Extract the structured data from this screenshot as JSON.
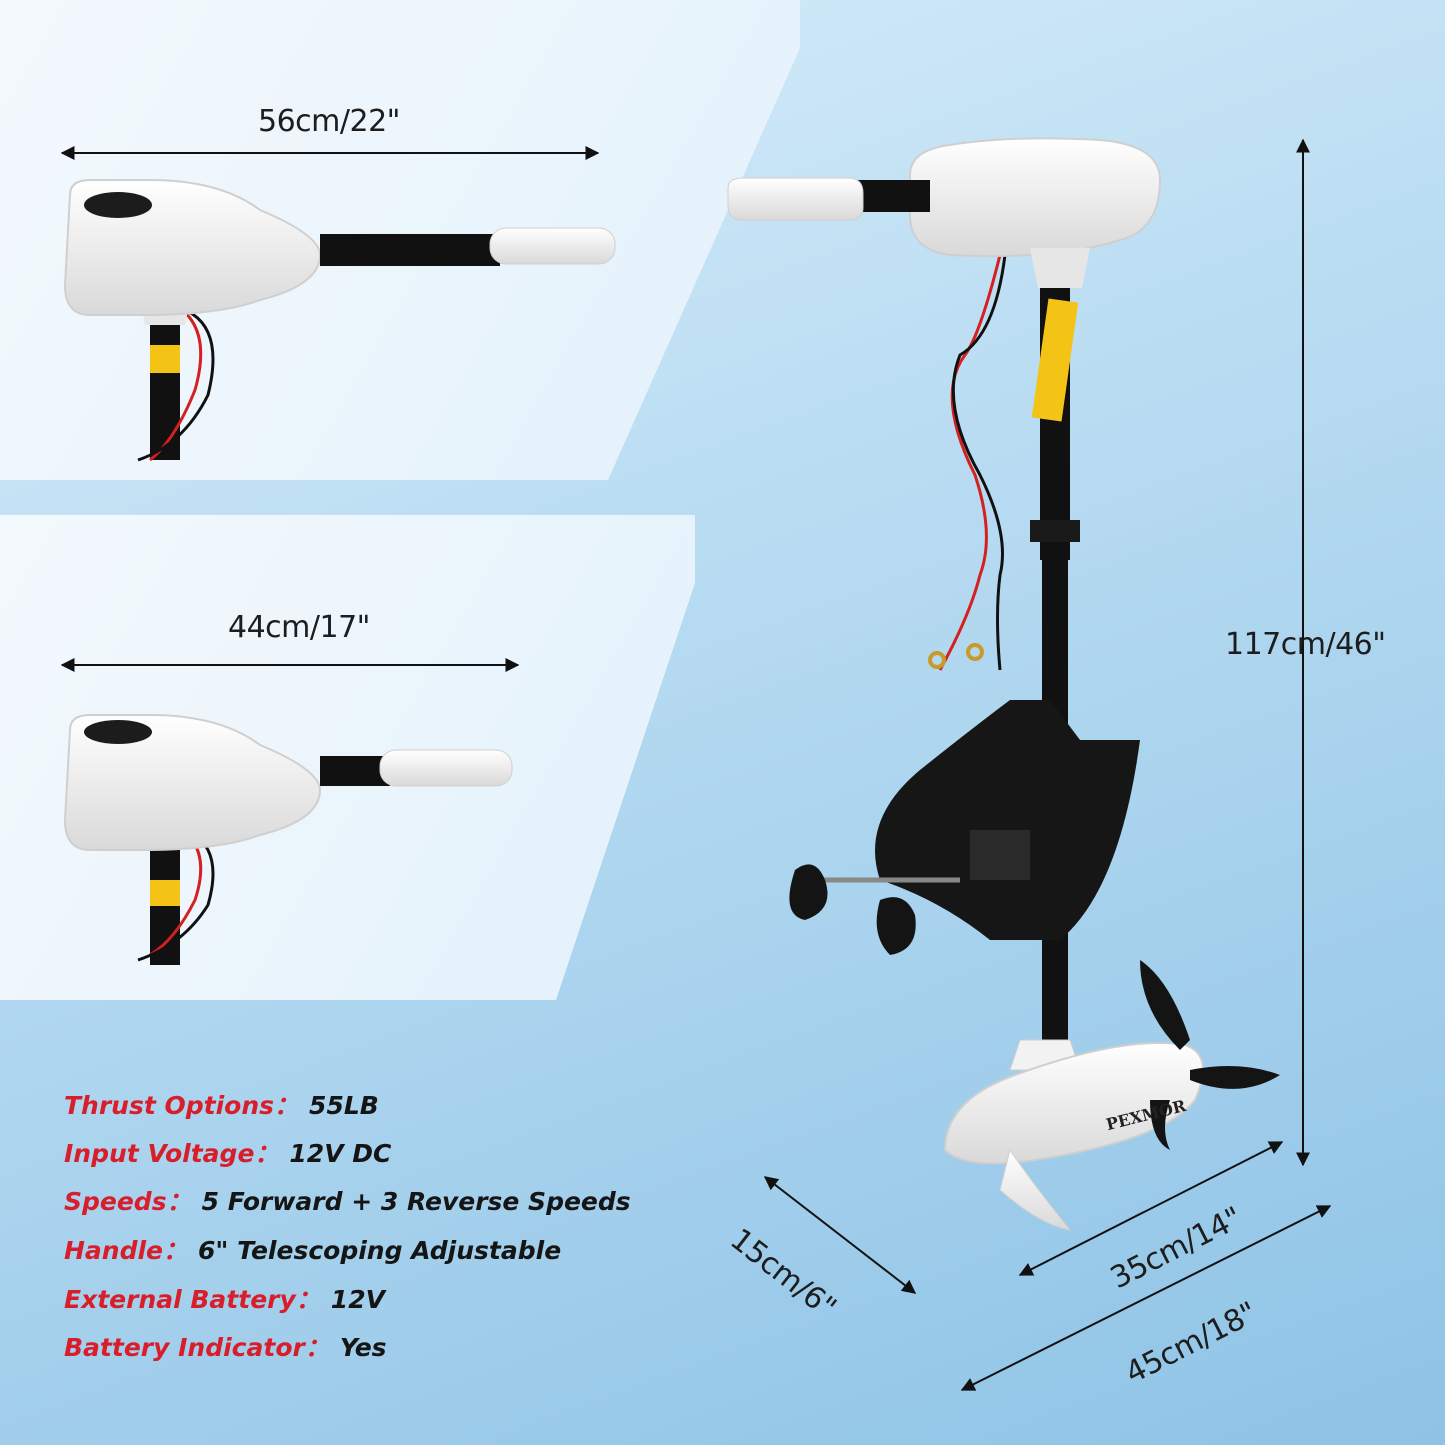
{
  "dimensions": {
    "handle_long": "56cm/22\"",
    "handle_short": "44cm/17\"",
    "height": "117cm/46\"",
    "depth": "15cm/6\"",
    "motor_length": "35cm/14\"",
    "overall_length": "45cm/18\""
  },
  "brand": "PEXMOR",
  "specs": [
    {
      "label": "Thrust Options：",
      "value": "55LB"
    },
    {
      "label": "Input Voltage：",
      "value": "12V DC"
    },
    {
      "label": "Speeds：",
      "value": "5 Forward + 3 Reverse Speeds"
    },
    {
      "label": "Handle：",
      "value": "6\" Telescoping Adjustable"
    },
    {
      "label": "External Battery：",
      "value": "12V"
    },
    {
      "label": "Battery Indicator：",
      "value": "Yes"
    }
  ],
  "colors": {
    "spec_label": "#d81e2a",
    "spec_value": "#151515",
    "motor_body": "#f2f2f2",
    "shaft": "#111111",
    "warning_label": "#f3c316",
    "wire_red": "#d42020"
  }
}
